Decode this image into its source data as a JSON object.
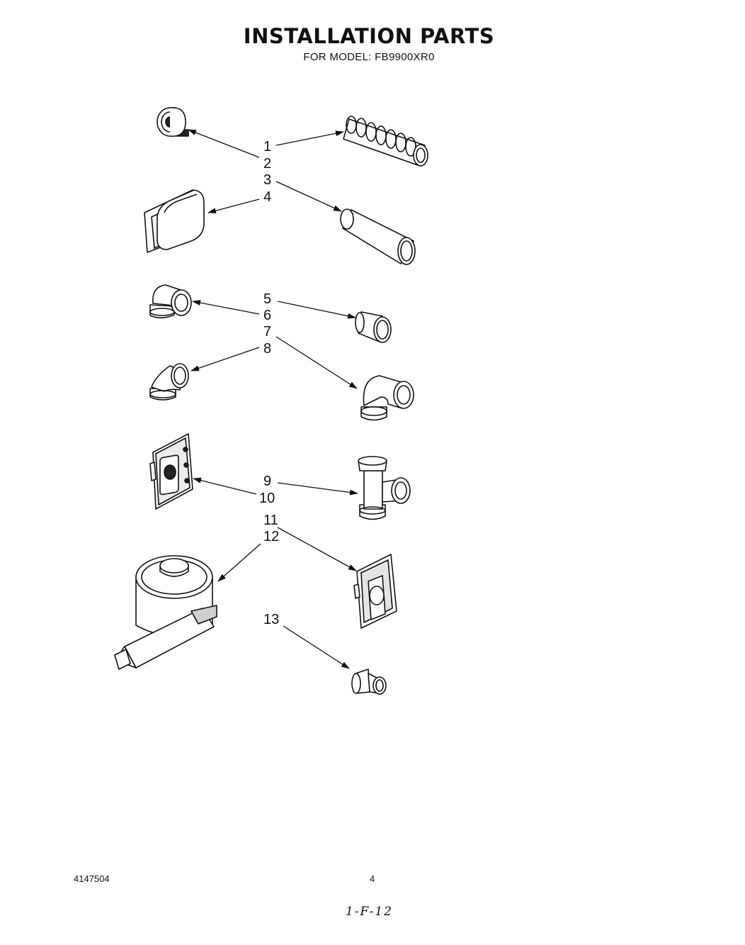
{
  "header": {
    "title": "INSTALLATION PARTS",
    "subtitle": "FOR MODEL: FB9900XR0"
  },
  "callouts": [
    "1",
    "2",
    "3",
    "4",
    "5",
    "6",
    "7",
    "8",
    "9",
    "10",
    "11",
    "12",
    "13"
  ],
  "footer": {
    "part_number": "4147504",
    "page_number": "4",
    "handwritten_note": "1-F-12"
  }
}
